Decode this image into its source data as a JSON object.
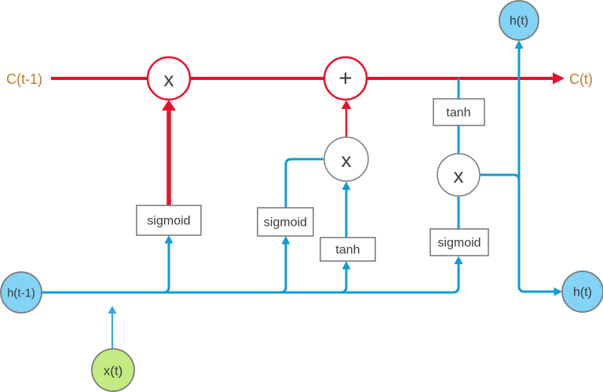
{
  "diagram_type": "lstm-cell",
  "colors": {
    "cell_state_red": "#e8112d",
    "hidden_blue": "#0e9cd8",
    "input_arrow_blue": "#33a9e4",
    "state_label_orange": "#bf7b28",
    "node_fill_blue": "#82d3f5",
    "node_fill_green": "#c3eb81",
    "node_border_gray": "#7a7a7a",
    "box_border_gray": "#737373",
    "text_dark": "#3a3a3a"
  },
  "labels": {
    "prev_cell_state": "C(t-1)",
    "next_cell_state": "C(t)",
    "prev_hidden": "h(t-1)",
    "hidden_out_top": "h(t)",
    "hidden_out_right": "h(t)",
    "input": "x(t)"
  },
  "gates": {
    "forget_gate": "sigmoid",
    "input_gate": "sigmoid",
    "candidate_activation": "tanh",
    "output_gate": "sigmoid",
    "cell_activation": "tanh"
  },
  "operators": {
    "forget_multiply": "x",
    "cell_add": "+",
    "input_multiply": "x",
    "output_multiply": "x"
  }
}
